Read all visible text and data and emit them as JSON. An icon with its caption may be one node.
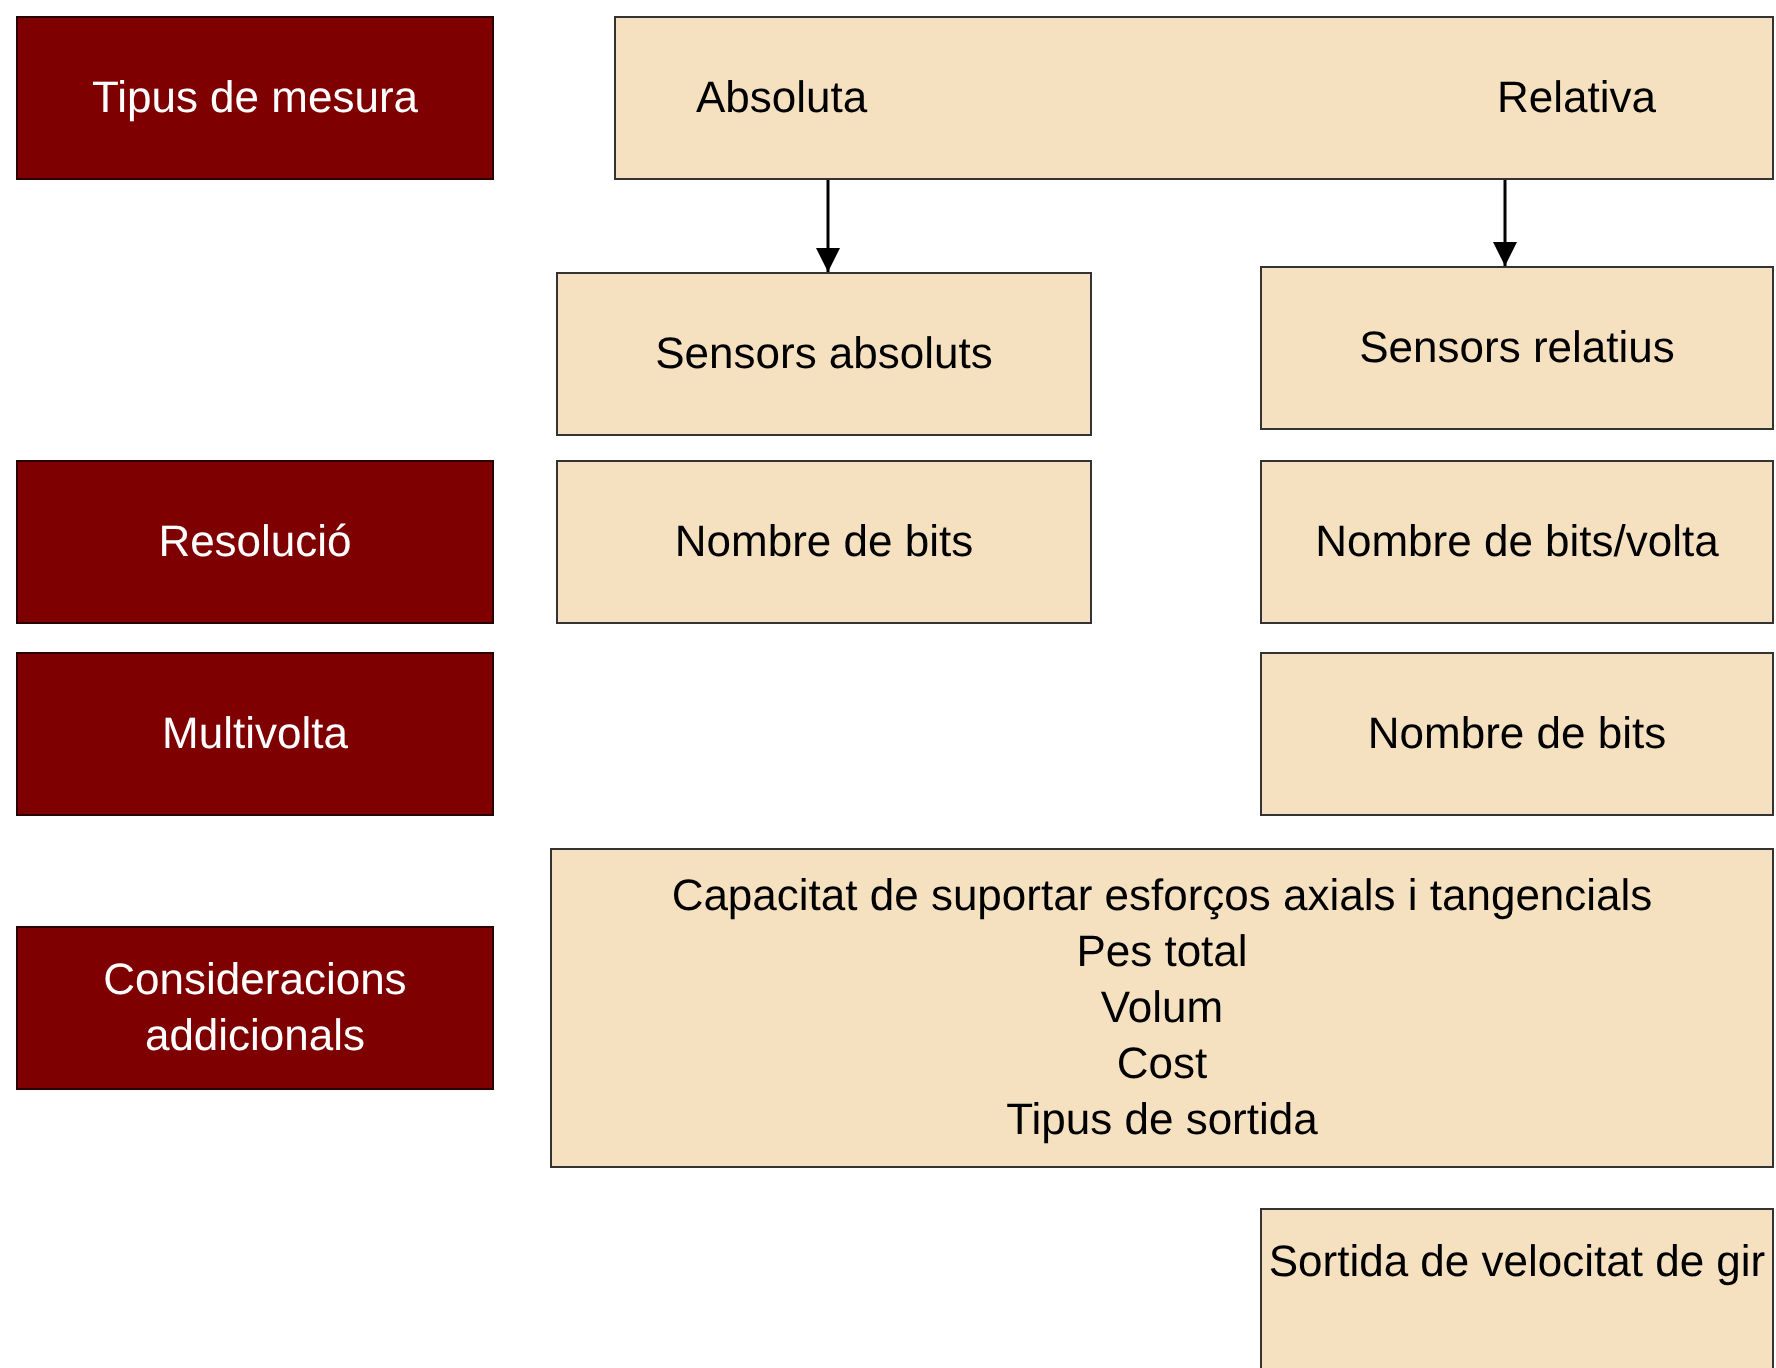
{
  "diagram": {
    "nodes": [
      {
        "text": [
          "Tipus de mesura"
        ]
      },
      {
        "text": [
          "Absoluta",
          "Relativa"
        ]
      },
      {
        "text": [
          "Sensors absoluts"
        ]
      },
      {
        "text": [
          "Sensors relatius"
        ]
      },
      {
        "text": [
          "Resolució"
        ]
      },
      {
        "text": [
          "Nombre de bits"
        ]
      },
      {
        "text": [
          "Nombre de bits/volta"
        ]
      },
      {
        "text": [
          "Multivolta"
        ]
      },
      {
        "text": [
          "Nombre de bits"
        ]
      },
      {
        "text": [
          "Consideracions addicionals"
        ]
      },
      {
        "text": [
          "Capacitat de suportar esforços axials i tangencials",
          "Pes total",
          "Volum",
          "Cost",
          "Tipus de sortida"
        ]
      },
      {
        "text": [
          "Sortida de velocitat de gir"
        ]
      }
    ],
    "edges": [
      {
        "from": 1,
        "to": 2,
        "arrow": "to"
      },
      {
        "from": 1,
        "to": 3,
        "arrow": "to"
      }
    ]
  }
}
